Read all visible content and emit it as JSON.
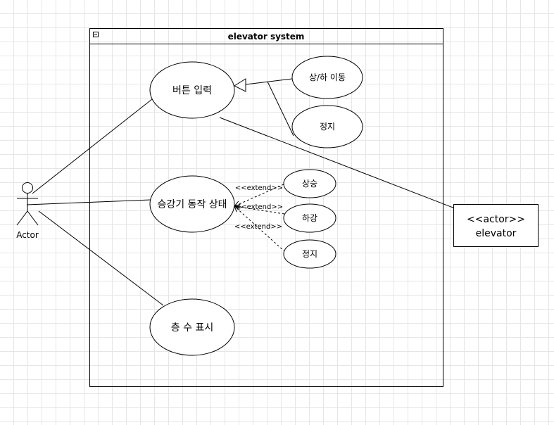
{
  "system": {
    "title": "elevator system"
  },
  "actors": {
    "left_label": "Actor",
    "right_stereotype": "<<actor>>",
    "right_name": "elevator"
  },
  "usecases": {
    "button_input": "버튼 입력",
    "up_down_move": "상/하 이동",
    "stop_1": "정지",
    "elevator_state": "승강기 동작 상태",
    "ascend": "상승",
    "descend": "하강",
    "stop_2": "정지",
    "floor_display": "층 수 표시"
  },
  "relations": {
    "extend_1": "<<extend>>",
    "extend_2": "<<extend>>",
    "extend_3": "<<extend>>"
  }
}
